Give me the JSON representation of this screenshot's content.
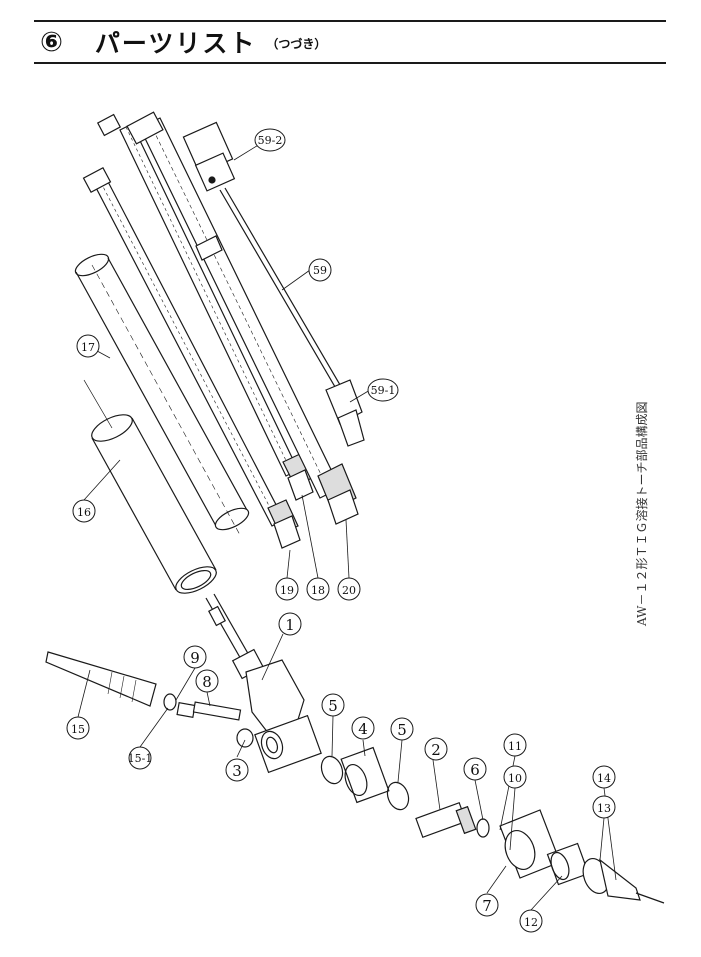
{
  "header": {
    "number": "⑥",
    "title": "パーツリスト",
    "subtitle": "（つづき）"
  },
  "caption": "AW－１２形ＴＩＧ溶接トーチ部品構成図",
  "callouts": [
    {
      "id": "c1",
      "label": "1"
    },
    {
      "id": "c2",
      "label": "2"
    },
    {
      "id": "c3",
      "label": "3"
    },
    {
      "id": "c4",
      "label": "4"
    },
    {
      "id": "c5a",
      "label": "5"
    },
    {
      "id": "c5b",
      "label": "5"
    },
    {
      "id": "c6",
      "label": "6"
    },
    {
      "id": "c7",
      "label": "7"
    },
    {
      "id": "c8",
      "label": "8"
    },
    {
      "id": "c9",
      "label": "9"
    },
    {
      "id": "c10",
      "label": "10"
    },
    {
      "id": "c11",
      "label": "11"
    },
    {
      "id": "c12",
      "label": "12"
    },
    {
      "id": "c13",
      "label": "13"
    },
    {
      "id": "c14",
      "label": "14"
    },
    {
      "id": "c15",
      "label": "15"
    },
    {
      "id": "c151",
      "label": "15-1"
    },
    {
      "id": "c16",
      "label": "16"
    },
    {
      "id": "c17",
      "label": "17"
    },
    {
      "id": "c18",
      "label": "18"
    },
    {
      "id": "c19",
      "label": "19"
    },
    {
      "id": "c20",
      "label": "20"
    },
    {
      "id": "c59",
      "label": "59"
    },
    {
      "id": "c591",
      "label": "59-1"
    },
    {
      "id": "c592",
      "label": "59-2"
    }
  ],
  "colors": {
    "ink": "#1a1a1a",
    "paper": "#ffffff"
  }
}
